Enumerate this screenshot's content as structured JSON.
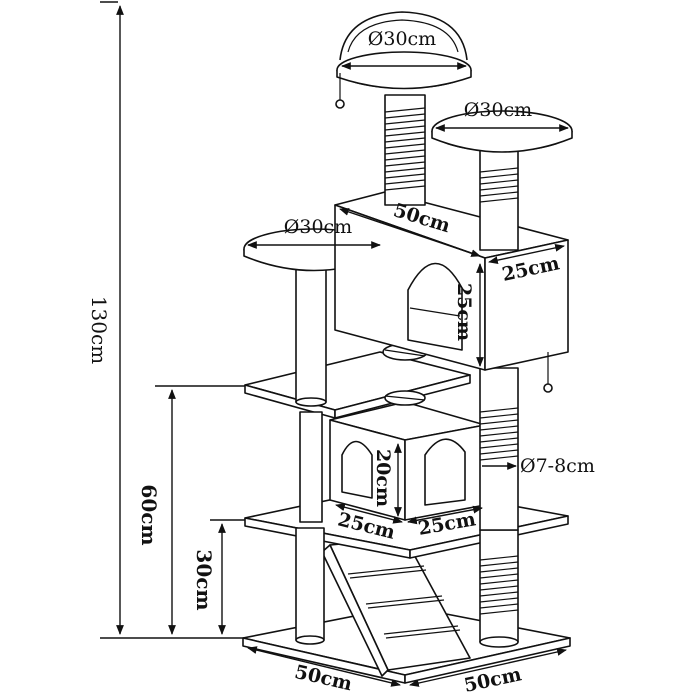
{
  "labels": {
    "total_height": "130cm",
    "height_60": "60cm",
    "height_30": "30cm",
    "top_bed_diameter": "Ø30cm",
    "right_platform_diameter": "Ø30cm",
    "left_platform_diameter": "Ø30cm",
    "house_width": "50cm",
    "house_depth": "25cm",
    "house_height": "25cm",
    "post_diameter": "Ø7-8cm",
    "cube_height": "20cm",
    "cube_left_width": "25cm",
    "cube_right_width": "25cm",
    "base_left": "50cm",
    "base_right": "50cm"
  },
  "colors": {
    "line": "#111111",
    "fill": "#ffffff"
  }
}
